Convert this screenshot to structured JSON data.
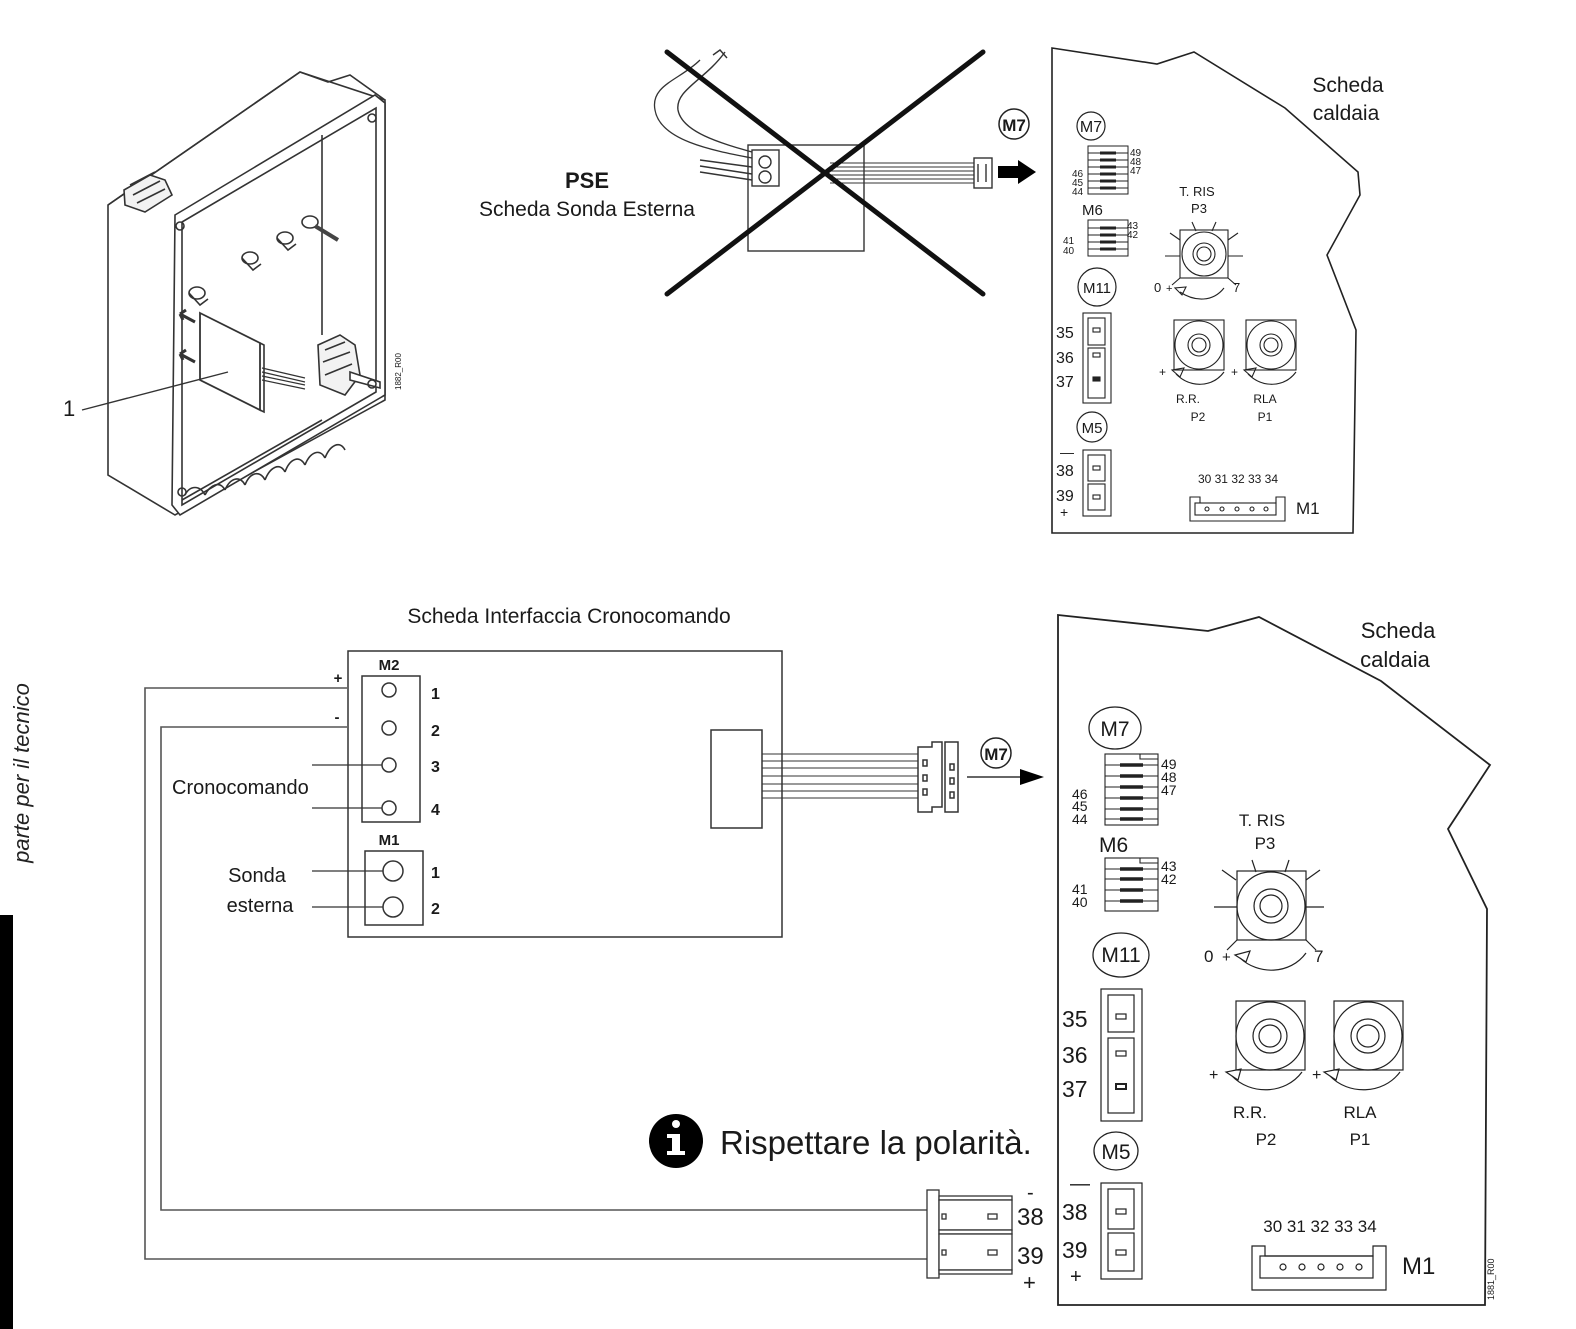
{
  "side_tab": {
    "label": "parte per il tecnico"
  },
  "top_left_figure": {
    "callout_number": "1",
    "drawing_code": "1882_R00"
  },
  "pse_section": {
    "title": "PSE",
    "subtitle": "Scheda Sonda Esterna",
    "connector_label": "M7",
    "status": "crossed-out (not to be used)"
  },
  "boiler_board_top": {
    "title_line1": "Scheda",
    "title_line2": "caldaia",
    "connectors": {
      "m7": "M7",
      "m6": "M6",
      "m11": "M11",
      "m5": "M5",
      "m1": "M1"
    },
    "m7_pins_right": [
      "49",
      "48",
      "47"
    ],
    "m7_pins_left": [
      "46",
      "45",
      "44"
    ],
    "m6_pins_right": [
      "43",
      "42"
    ],
    "m6_pins_left": [
      "41",
      "40"
    ],
    "m11_pins": [
      "35",
      "36",
      "37"
    ],
    "m5_pins": [
      "38",
      "39"
    ],
    "m5_minus": "—",
    "m5_plus": "+",
    "m1_pins": "30 31 32 33 34",
    "p3_title": "T.  RIS",
    "p3_label": "P3",
    "p3_min": "0",
    "p3_max": "7",
    "p2_title": "R.R.",
    "p2_label": "P2",
    "p1_title": "RLA",
    "p1_label": "P1",
    "plus": "+"
  },
  "interface_board": {
    "title": "Scheda Interfaccia Cronocomando",
    "m2_label": "M2",
    "m2_pins": [
      "1",
      "2",
      "3",
      "4"
    ],
    "m1_label": "M1",
    "m1_pins": [
      "1",
      "2"
    ],
    "plus_sign": "+",
    "minus_sign": "-",
    "cronocomando_label": "Cronocomando",
    "sonda_label_line1": "Sonda",
    "sonda_label_line2": "esterna",
    "m7_connector_label": "M7"
  },
  "polarity_note": {
    "icon": "info-icon",
    "text": "Rispettare la polarità."
  },
  "terminal_plug": {
    "minus": "-",
    "pin_top": "38",
    "pin_bottom": "39",
    "plus": "+"
  },
  "boiler_board_bottom": {
    "title_line1": "Scheda",
    "title_line2": "caldaia",
    "drawing_code": "1881_R00"
  }
}
